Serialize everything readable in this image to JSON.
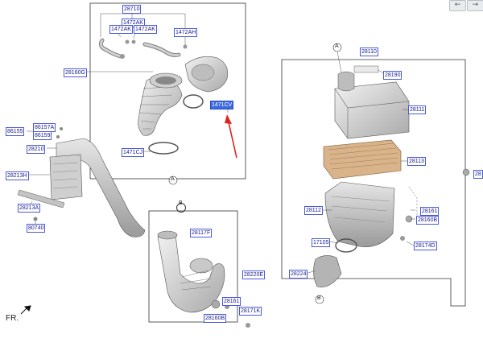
{
  "nav": {
    "prev_icon": "←",
    "next_icon": "→"
  },
  "orientation": {
    "label": "FR."
  },
  "callouts": {
    "a": "A",
    "b": "B"
  },
  "parts": {
    "p28710": "28710",
    "p1472ak_1": "1472AK",
    "p1472ak_2": "1472AK",
    "p1472ak_3": "1472AK",
    "p1472ah": "1472AH",
    "p28160g": "28160G",
    "p1471cv": "1471CV",
    "p1471cj": "1471CJ",
    "p86155": "86155",
    "p86157a": "86157A",
    "p86159": "86159",
    "p28210": "28210",
    "p28213h": "28213H",
    "p28213a": "28213A",
    "p80740": "80740",
    "p28117f": "28117F",
    "p28220e": "28220E",
    "p28161_b": "28161",
    "p28160b_b": "28160B",
    "p28171k": "28171K",
    "p28110": "28110",
    "p28190": "28190",
    "p28111": "28111",
    "p28113": "28113",
    "p28112": "28112",
    "p28161_r": "28161",
    "p28160b_r": "28160B",
    "p17105": "17105",
    "p28174d": "28174D",
    "p28224": "28224",
    "p28_edge": "28"
  },
  "colors": {
    "label_text": "#1a1a8c",
    "label_border": "#4a5ad8",
    "highlight": "#3c6be0",
    "arrow": "#e0221c"
  }
}
